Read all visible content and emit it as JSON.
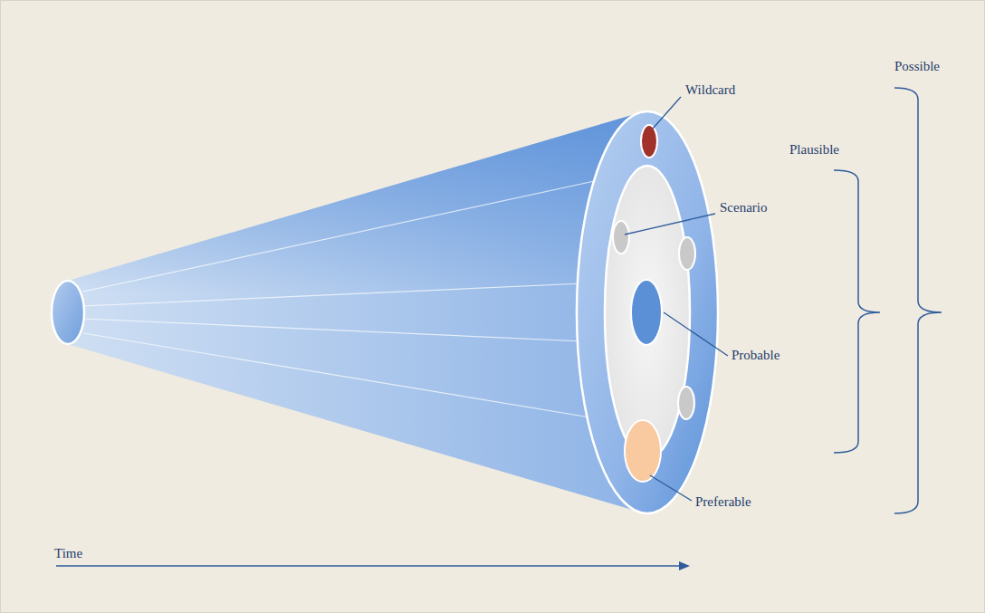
{
  "diagram": {
    "labels": [
      "Wildcard",
      "Scenario",
      "Probable",
      "Preferable",
      "Plausible",
      "Possible",
      "Time"
    ]
  }
}
